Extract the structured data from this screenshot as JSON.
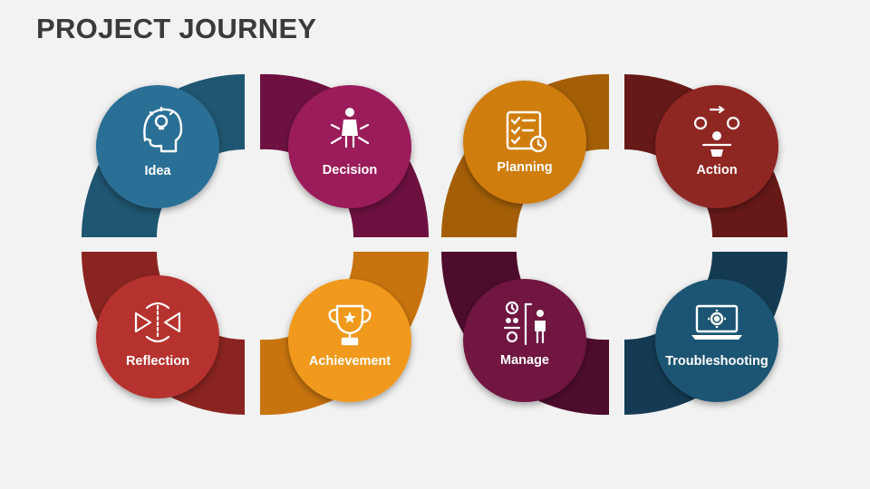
{
  "title": "PROJECT JOURNEY",
  "steps": [
    {
      "label": "Idea",
      "icon": "head-lightbulb-icon",
      "color": "#2b6f96",
      "band": "#1f5671"
    },
    {
      "label": "Decision",
      "icon": "person-arrows-icon",
      "color": "#9a1b5a",
      "band": "#6e1140"
    },
    {
      "label": "Planning",
      "icon": "checklist-clock-icon",
      "color": "#cf7d0e",
      "band": "#a45f06"
    },
    {
      "label": "Action",
      "icon": "gears-person-icon",
      "color": "#8e2623",
      "band": "#661917"
    },
    {
      "label": "Reflection",
      "icon": "mirror-arrows-icon",
      "color": "#b6332d",
      "band": "#8a2420"
    },
    {
      "label": "Achievement",
      "icon": "trophy-icon",
      "color": "#f0991f",
      "band": "#c8740e"
    },
    {
      "label": "Manage",
      "icon": "team-manager-icon",
      "color": "#6f1540",
      "band": "#4e0c2c"
    },
    {
      "label": "Troubleshooting",
      "icon": "laptop-gear-icon",
      "color": "#1f5473",
      "band": "#143b53"
    }
  ]
}
